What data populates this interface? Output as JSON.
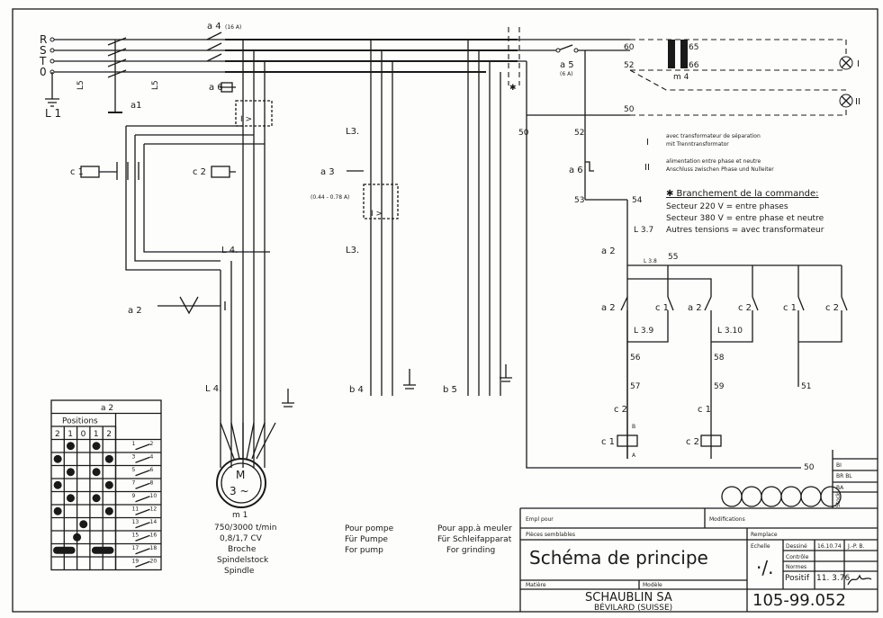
{
  "supply": {
    "R": "R",
    "S": "S",
    "T": "T",
    "N": "0",
    "L5a": "L5",
    "L5b": "L5",
    "L1": "L 1",
    "a1": "a1"
  },
  "switches": {
    "a4": "a 4",
    "a4_rating": "(16 A)",
    "a5": "a 5",
    "a5_rating": "(6 A)",
    "a6_left": "a 6",
    "a6_right": "a 6",
    "a3": "a 3",
    "a3_range": "(0.44 - 0.78 A)",
    "a2": "a 2",
    "star": "✱"
  },
  "contactors": {
    "c1": "c 1",
    "c2": "c 2",
    "overload": "I >",
    "overload2": "I >"
  },
  "lines": {
    "L3_top": "L3.",
    "L4_top": "L 4.",
    "L3_mid": "L3.",
    "L4_bot": "L 4.",
    "L3_7": "L 3.7",
    "L3_8": "L 3.8",
    "L3_9": "L 3.9",
    "L3_10": "L 3.10"
  },
  "plugs": {
    "b4": "b 4",
    "b5": "b 5"
  },
  "motor": {
    "label": "M",
    "phase": "3 ~",
    "name": "m 1",
    "speed": "750/3000  t/min",
    "power": "0,8/1,7 CV",
    "fr": "Broche",
    "de": "Spindelstock",
    "en": "Spindle"
  },
  "pump": {
    "fr": "Pour  pompe",
    "de": "Für  Pumpe",
    "en": "For  pump"
  },
  "grinder": {
    "fr": "Pour  app.à meuler",
    "de": "Für Schleifapparat",
    "en": "For  grinding"
  },
  "terminals": {
    "t60": "60",
    "t52": "52",
    "t50": "50",
    "t65": "65",
    "t66": "66",
    "t50b": "50",
    "t52b": "52",
    "t53": "53",
    "t54": "54",
    "t55": "55",
    "t56": "56",
    "t57": "57",
    "t58": "58",
    "t59": "59",
    "t51": "51",
    "t50c": "50",
    "m4": "m 4",
    "lampI": "I",
    "lampII": "II"
  },
  "ladder": {
    "a2a": "a 2",
    "a2b": "a 2",
    "a2c": "a 2",
    "c1a": "c 1",
    "c2a": "c 2",
    "c1b": "c 1",
    "c2b": "c 2",
    "c2s": "c 2",
    "c1s": "c 1",
    "coil1": "c 1",
    "coil2": "c 2",
    "A": "A",
    "B": "B"
  },
  "notes": {
    "I_sym": "I",
    "I_fr": "avec transformateur de séparation",
    "I_de": "mit Trenntransformator",
    "II_sym": "II",
    "II_fr": "alimentation entre phase et neutre",
    "II_de": "Anschluss  zwischen Phase und Nulleiter",
    "heading": "✱ Branchement  de  la  commande:",
    "l1": "Secteur 220 V  = entre  phases",
    "l2": "Secteur 380 V  = entre  phase  et  neutre",
    "l3": "Autres  tensions = avec transformateur"
  },
  "positions_table": {
    "title": "a 2",
    "header": "Positions",
    "cols": [
      "2",
      "1",
      "0",
      "1",
      "2"
    ],
    "contacts": [
      [
        "1",
        "2"
      ],
      [
        "3",
        "4"
      ],
      [
        "5",
        "6"
      ],
      [
        "7",
        "8"
      ],
      [
        "9",
        "10"
      ],
      [
        "11",
        "12"
      ],
      [
        "13",
        "14"
      ],
      [
        "15",
        "16"
      ],
      [
        "17",
        "18"
      ],
      [
        "19",
        "20"
      ]
    ],
    "closed": [
      [
        1,
        3
      ],
      [
        0,
        4
      ],
      [
        1,
        3
      ],
      [
        0,
        4
      ],
      [
        1,
        3
      ],
      [
        0,
        4
      ],
      [
        2
      ],
      [
        1.5
      ],
      [
        "0-1",
        "3-4"
      ],
      []
    ]
  },
  "stock_block": {
    "rows": [
      "BI",
      "BR\nBL",
      "BA"
    ],
    "stock": "Stock"
  },
  "title_block": {
    "empl_pour": "Empl pour",
    "modifications": "Modifications",
    "pieces_semblables": "Pièces semblables",
    "remplace": "Remplace",
    "title": "Schéma de principe",
    "echelle": "Echelle",
    "scale": "·/.",
    "dessine": "Dessiné",
    "dessine_date": "16.10.74",
    "dessine_by": "J.-P. B.",
    "controle": "Contrôle",
    "normes": "Normes",
    "positif": "Positif",
    "positif_date": "11. 3.76",
    "matiere": "Matière",
    "modele": "Modèle",
    "company": "SCHAUBLIN  SA",
    "location": "BÉVILARD  (SUISSE)",
    "drawing_no": "105-99.052"
  }
}
